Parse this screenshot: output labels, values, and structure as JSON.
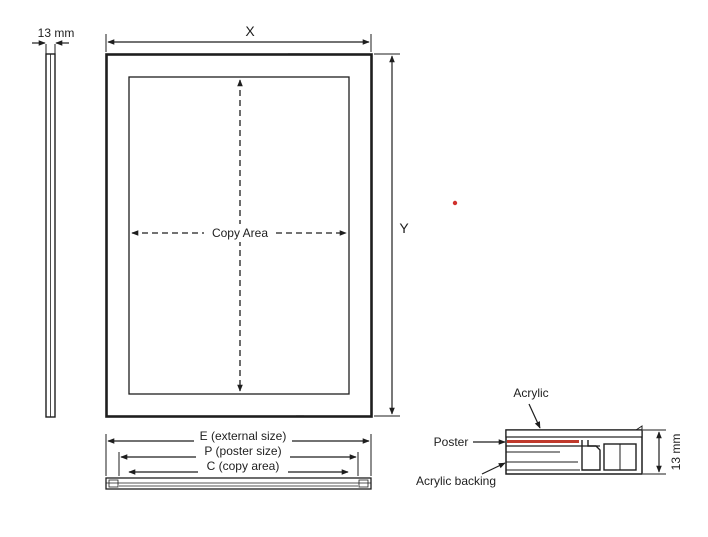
{
  "labels": {
    "side_thickness": "13 mm",
    "width": "X",
    "height": "Y",
    "copy_area": "Copy Area",
    "external_size": "E (external size)",
    "poster_size": "P (poster size)",
    "copy_area_dim": "C (copy area)",
    "acrylic": "Acrylic",
    "poster": "Poster",
    "acrylic_backing": "Acrylic backing",
    "profile_thickness": "13 mm"
  },
  "colors": {
    "line": "#1e1e1e",
    "poster_layer": "#c0392b",
    "dot": "#d0312d"
  }
}
